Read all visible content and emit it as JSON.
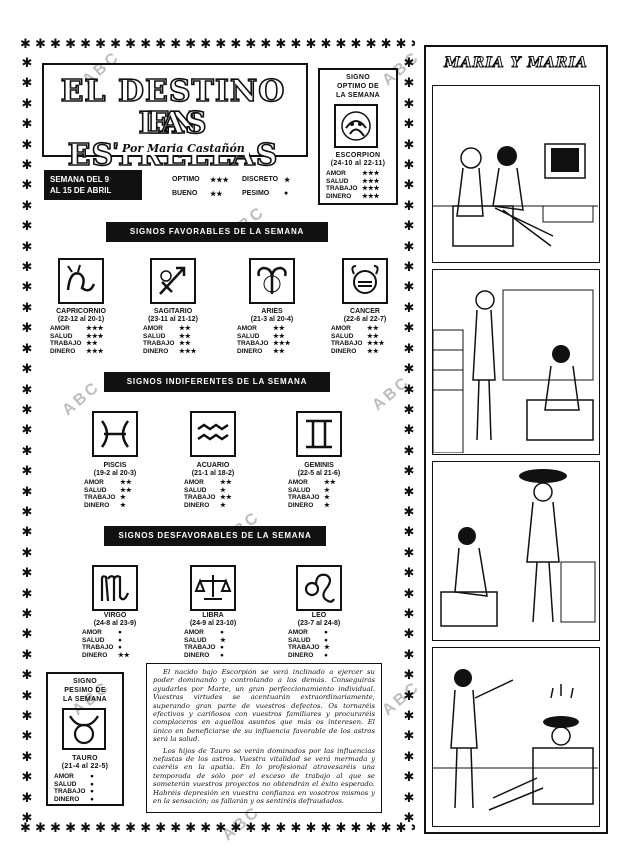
{
  "watermark": "ABC",
  "header": {
    "title_line1": "EL DESTINO EN",
    "title_line2": "LAS ESTRELLAS",
    "author": "Por Maria Castañón"
  },
  "optimo": {
    "heading": [
      "SIGNO",
      "OPTIMO DE",
      "LA SEMANA"
    ],
    "sign": "ESCORPION",
    "dates": "(24-10 al 22-11)",
    "stats": [
      [
        "AMOR",
        "★★★"
      ],
      [
        "SALUD",
        "★★★"
      ],
      [
        "TRABAJO",
        "★★★"
      ],
      [
        "DINERO",
        "★★★"
      ]
    ]
  },
  "week_box": {
    "line1": "SEMANA DEL 9",
    "line2": "AL 15 DE ABRIL"
  },
  "legend": [
    {
      "label": "OPTIMO",
      "symbol": "★★★"
    },
    {
      "label": "DISCRETO",
      "symbol": "★"
    },
    {
      "label": "BUENO",
      "symbol": "★★"
    },
    {
      "label": "PESIMO",
      "symbol": "●"
    }
  ],
  "favorables": {
    "banner": "SIGNOS FAVORABLES DE LA SEMANA",
    "signs": [
      {
        "name": "CAPRICORNIO",
        "dates": "(22-12 al 20-1)",
        "stats": [
          [
            "AMOR",
            "★★★"
          ],
          [
            "SALUD",
            "★★★"
          ],
          [
            "TRABAJO",
            "★★"
          ],
          [
            "DINERO",
            "★★★"
          ]
        ]
      },
      {
        "name": "SAGITARIO",
        "dates": "(23-11 al 21-12)",
        "stats": [
          [
            "AMOR",
            "★★"
          ],
          [
            "SALUD",
            "★★"
          ],
          [
            "TRABAJO",
            "★★"
          ],
          [
            "DINERO",
            "★★★"
          ]
        ]
      },
      {
        "name": "ARIES",
        "dates": "(21-3 al 20-4)",
        "stats": [
          [
            "AMOR",
            "★★"
          ],
          [
            "SALUD",
            "★★"
          ],
          [
            "TRABAJO",
            "★★★"
          ],
          [
            "DINERO",
            "★★"
          ]
        ]
      },
      {
        "name": "CANCER",
        "dates": "(22-6 al 22-7)",
        "stats": [
          [
            "AMOR",
            "★★"
          ],
          [
            "SALUD",
            "★★"
          ],
          [
            "TRABAJO",
            "★★★"
          ],
          [
            "DINERO",
            "★★"
          ]
        ]
      }
    ]
  },
  "indiferentes": {
    "banner": "SIGNOS INDIFERENTES DE LA SEMANA",
    "signs": [
      {
        "name": "PISCIS",
        "dates": "(19-2 al 20-3)",
        "stats": [
          [
            "AMOR",
            "★★"
          ],
          [
            "SALUD",
            "★★"
          ],
          [
            "TRABAJO",
            "★"
          ],
          [
            "DINERO",
            "★"
          ]
        ]
      },
      {
        "name": "ACUARIO",
        "dates": "(21-1 al 18-2)",
        "stats": [
          [
            "AMOR",
            "★★"
          ],
          [
            "SALUD",
            "★"
          ],
          [
            "TRABAJO",
            "★★"
          ],
          [
            "DINERO",
            "★"
          ]
        ]
      },
      {
        "name": "GEMINIS",
        "dates": "(22-5 al 21-6)",
        "stats": [
          [
            "AMOR",
            "★★"
          ],
          [
            "SALUD",
            "★"
          ],
          [
            "TRABAJO",
            "★"
          ],
          [
            "DINERO",
            "★"
          ]
        ]
      }
    ]
  },
  "desfavorables": {
    "banner": "SIGNOS DESFAVORABLES DE LA SEMANA",
    "signs": [
      {
        "name": "VIRGO",
        "dates": "(24-8 al 23-9)",
        "stats": [
          [
            "AMOR",
            "●"
          ],
          [
            "SALUD",
            "●"
          ],
          [
            "TRABAJO",
            "●"
          ],
          [
            "DINERO",
            "★★"
          ]
        ]
      },
      {
        "name": "LIBRA",
        "dates": "(24-9 al 23-10)",
        "stats": [
          [
            "AMOR",
            "●"
          ],
          [
            "SALUD",
            "★"
          ],
          [
            "TRABAJO",
            "●"
          ],
          [
            "DINERO",
            "●"
          ]
        ]
      },
      {
        "name": "LEO",
        "dates": "(23-7 al 24-8)",
        "stats": [
          [
            "AMOR",
            "●"
          ],
          [
            "SALUD",
            "●"
          ],
          [
            "TRABAJO",
            "★"
          ],
          [
            "DINERO",
            "●"
          ]
        ]
      }
    ]
  },
  "pesimo": {
    "heading": [
      "SIGNO",
      "PESIMO DE",
      "LA SEMANA"
    ],
    "sign": "TAURO",
    "dates": "(21-4 al 22-5)",
    "stats": [
      [
        "AMOR",
        "●"
      ],
      [
        "SALUD",
        "●"
      ],
      [
        "TRABAJO",
        "●"
      ],
      [
        "DINERO",
        "●"
      ]
    ]
  },
  "article": {
    "p1": "El nacido bajo Escorpión se verá inclinado a ejercer su poder dominando y controlando a los demás. Conseguirás ayudarles por Marte, un gran perfeccionamiento individual. Vuestras virtudes se acentuarán extraordinariamente, superando gran parte de vuestros defectos. Os tornaréis efectivos y cariñosos con vuestros familiares y procuraréis complaceros en aquellos asuntos que más os interesen. El único en beneficiarse de su influencia favorable de los astros será la salud.",
    "p2": "Los hijos de Tauro se verán dominados por las influencias nefastas de los astros. Vuestra vitalidad se verá mermada y caeréis en la apatía. En lo profesional atravesaréis una temporada de sólo por el exceso de trabajo al que se someterán vuestros proyectos no obtendrán el éxito esperado. Habréis depresión en vuestra confianza en vosotros mismos y en la sensación; os fallarán y os sentiréis defraudados."
  },
  "comic": {
    "title": "MARIA Y MARIA"
  }
}
